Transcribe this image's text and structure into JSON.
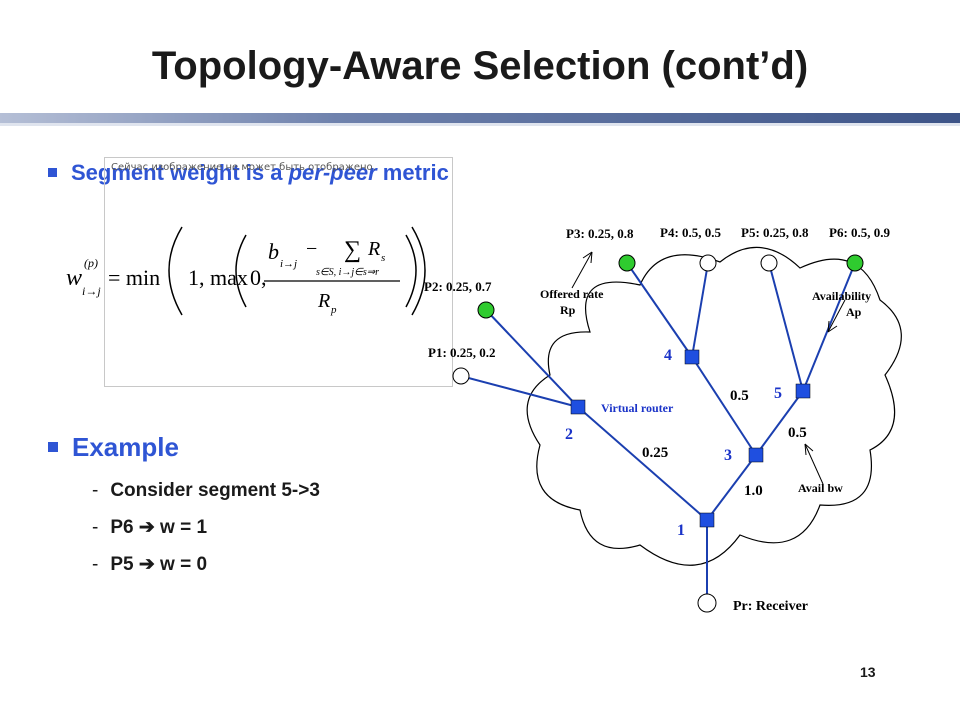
{
  "title": "Topology-Aware Selection (cont’d)",
  "bullet1": {
    "prefix": "Segment weight is a ",
    "emph": "per-peer",
    "suffix": " metric"
  },
  "equation_box": {
    "header": "Сейчас изображение не может быть отображено."
  },
  "equation": {
    "lhs_w": "w",
    "lhs_sup": "(p)",
    "lhs_sub": "i→j",
    "eq_min": "= min",
    "one_max": "1, max",
    "zero": "0,",
    "b": "b",
    "b_sub": "i→j",
    "minus": "−",
    "sum": "∑",
    "sum_sub": "s∈S, i→j∈s⇒r",
    "R": "R",
    "R_sub_s": "s",
    "R_sub_p": "p"
  },
  "bullet2": "Example",
  "sub_items": [
    {
      "dash": "-",
      "text": "Consider segment 5->3"
    },
    {
      "dash": "-",
      "text": "P6 ➔ w = 1"
    },
    {
      "dash": "-",
      "text": "P5 ➔ w = 0"
    }
  ],
  "page_number": "13",
  "diagram": {
    "peers": {
      "p1": "P1: 0.25, 0.2",
      "p2": "P2: 0.25, 0.7",
      "p3": "P3: 0.25, 0.8",
      "p4": "P4: 0.5, 0.5",
      "p5": "P5: 0.25, 0.8",
      "p6": "P6: 0.5, 0.9",
      "pr": "Pr: Receiver"
    },
    "routers": {
      "r1": "1",
      "r2": "2",
      "r3": "3",
      "r4": "4",
      "r5": "5"
    },
    "edge_labels": {
      "e23": "0.25",
      "e13": "1.0",
      "e34": "0.5",
      "e35": "0.5"
    },
    "annotations": {
      "offered_rate_1": "Offered rate",
      "offered_rate_2": "Rp",
      "availability_1": "Availability",
      "availability_2": "Ap",
      "virtual_router": "Virtual router",
      "avail_bw": "Avail bw"
    },
    "colors": {
      "router": "#1f4fe0",
      "link": "#1b3fb0",
      "green": "#2fcb2f",
      "label_blue": "#1a33c8"
    }
  }
}
